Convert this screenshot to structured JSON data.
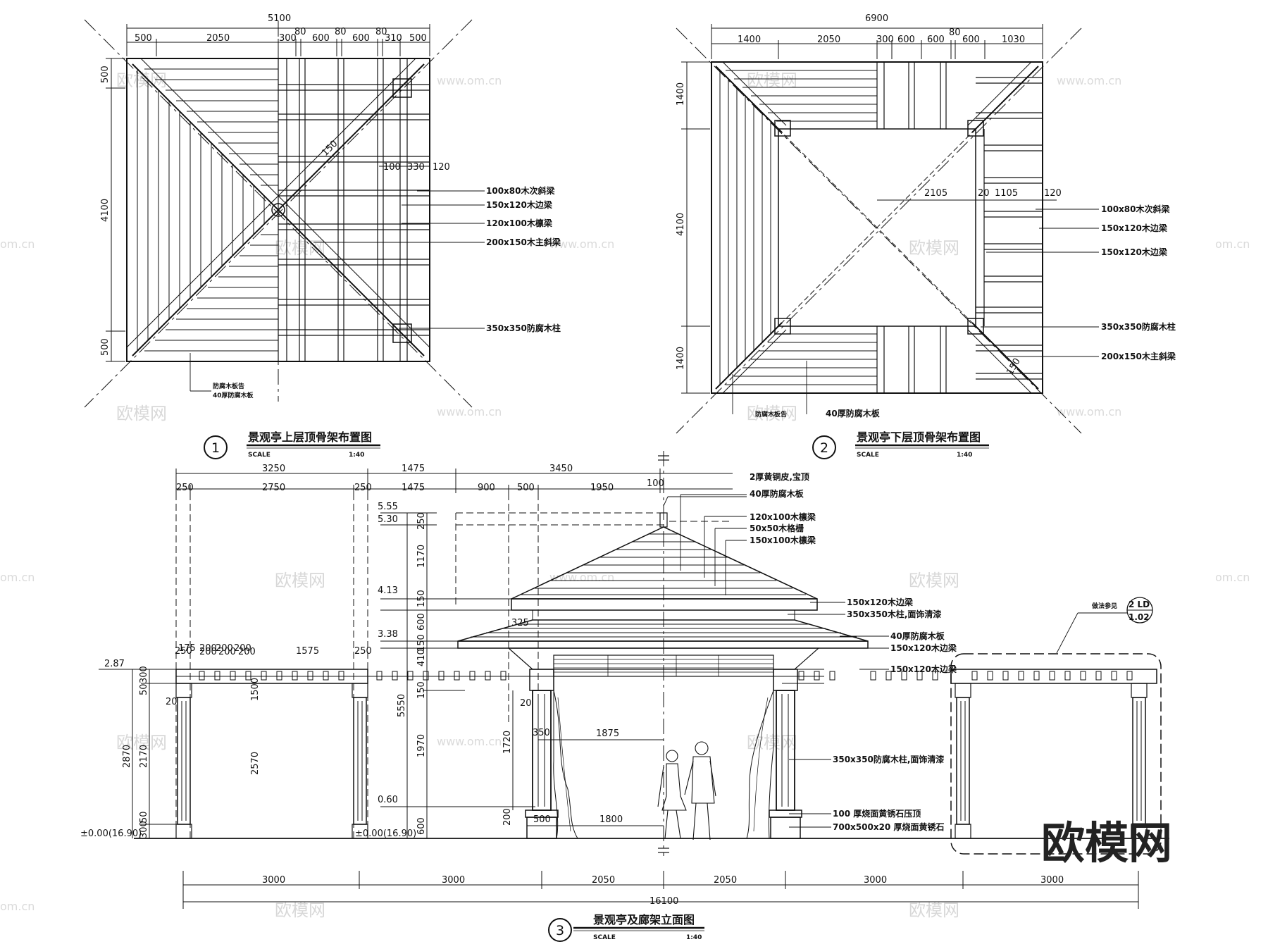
{
  "drawing1": {
    "number": "1",
    "title": "景观亭上层顶骨架布置图",
    "scale_label": "SCALE",
    "scale": "1:40",
    "top_total": "5100",
    "top_dims": [
      "500",
      "2050",
      "300",
      "80",
      "600",
      "80",
      "600",
      "80",
      "310",
      "500"
    ],
    "left_dims": [
      "500",
      "4100",
      "500"
    ],
    "detail_dims": [
      "100",
      "330",
      "120"
    ],
    "diag_dim": "150",
    "callouts": [
      "100x80木次斜梁",
      "150x120木边梁",
      "120x100木檩梁",
      "200x150木主斜梁",
      "350x350防腐木柱"
    ],
    "bottom_notes": [
      "防腐木板告",
      "40厚防腐木板"
    ]
  },
  "drawing2": {
    "number": "2",
    "title": "景观亭下层顶骨架布置图",
    "scale_label": "SCALE",
    "scale": "1:40",
    "top_total": "6900",
    "top_dims": [
      "1400",
      "2050",
      "300",
      "600",
      "600",
      "80",
      "600",
      "1030"
    ],
    "left_dims": [
      "1400",
      "4100",
      "1400"
    ],
    "inner_dims": [
      "2105",
      "20",
      "1105",
      "120"
    ],
    "diag_dim": "150",
    "callouts": [
      "100x80木次斜梁",
      "150x120木边梁",
      "150x120木边梁",
      "350x350防腐木柱",
      "200x150木主斜梁"
    ],
    "bottom_notes": [
      "防腐木板告",
      "40厚防腐木板"
    ]
  },
  "drawing3": {
    "number": "3",
    "title": "景观亭及廊架立面图",
    "scale_label": "SCALE",
    "scale": "1:40",
    "top_row1": [
      "3250",
      "1475",
      "3450"
    ],
    "top_row2": [
      "250",
      "2750",
      "250",
      "1475",
      "900",
      "500",
      "1950",
      "100"
    ],
    "pergola_dims": [
      "175",
      "200",
      "200",
      "200",
      "250",
      "200",
      "200",
      "200",
      "1575",
      "250"
    ],
    "levels": [
      "5.55",
      "5.30",
      "4.13",
      "3.38",
      "0.60",
      "2.87",
      "±0.00(16.90)",
      "±0.00(16.90)"
    ],
    "vertical_dims": [
      "250",
      "1170",
      "150",
      "600",
      "150",
      "410",
      "150",
      "5550",
      "1970",
      "600",
      "1720",
      "200",
      "300",
      "50",
      "2170",
      "50",
      "300",
      "2870",
      "2570",
      "1500",
      "20",
      "20",
      "350",
      "325"
    ],
    "inner_dims": [
      "1875",
      "1800",
      "500"
    ],
    "bottom_dims": [
      "3000",
      "3000",
      "2050",
      "2050",
      "3000",
      "3000"
    ],
    "total": "16100",
    "callouts": [
      "2厚黄铜皮,宝顶",
      "40厚防腐木板",
      "120x100木檩梁",
      "50x50木格栅",
      "150x100木檩梁",
      "150x120木边梁",
      "350x350木柱,面饰清漆",
      "40厚防腐木板",
      "150x120木边梁",
      "150x120木边梁",
      "350x350防腐木柱,面饰清漆",
      "100  厚烧面黄锈石压顶",
      "700x500x20  厚烧面黄锈石"
    ],
    "ref_note": "做法参见",
    "ref_top": "2 LD",
    "ref_bottom": "1.02"
  },
  "watermarks": {
    "cn": "欧模网",
    "url": "www.om.cn",
    "short": "om.cn",
    "brand": "欧模网"
  }
}
